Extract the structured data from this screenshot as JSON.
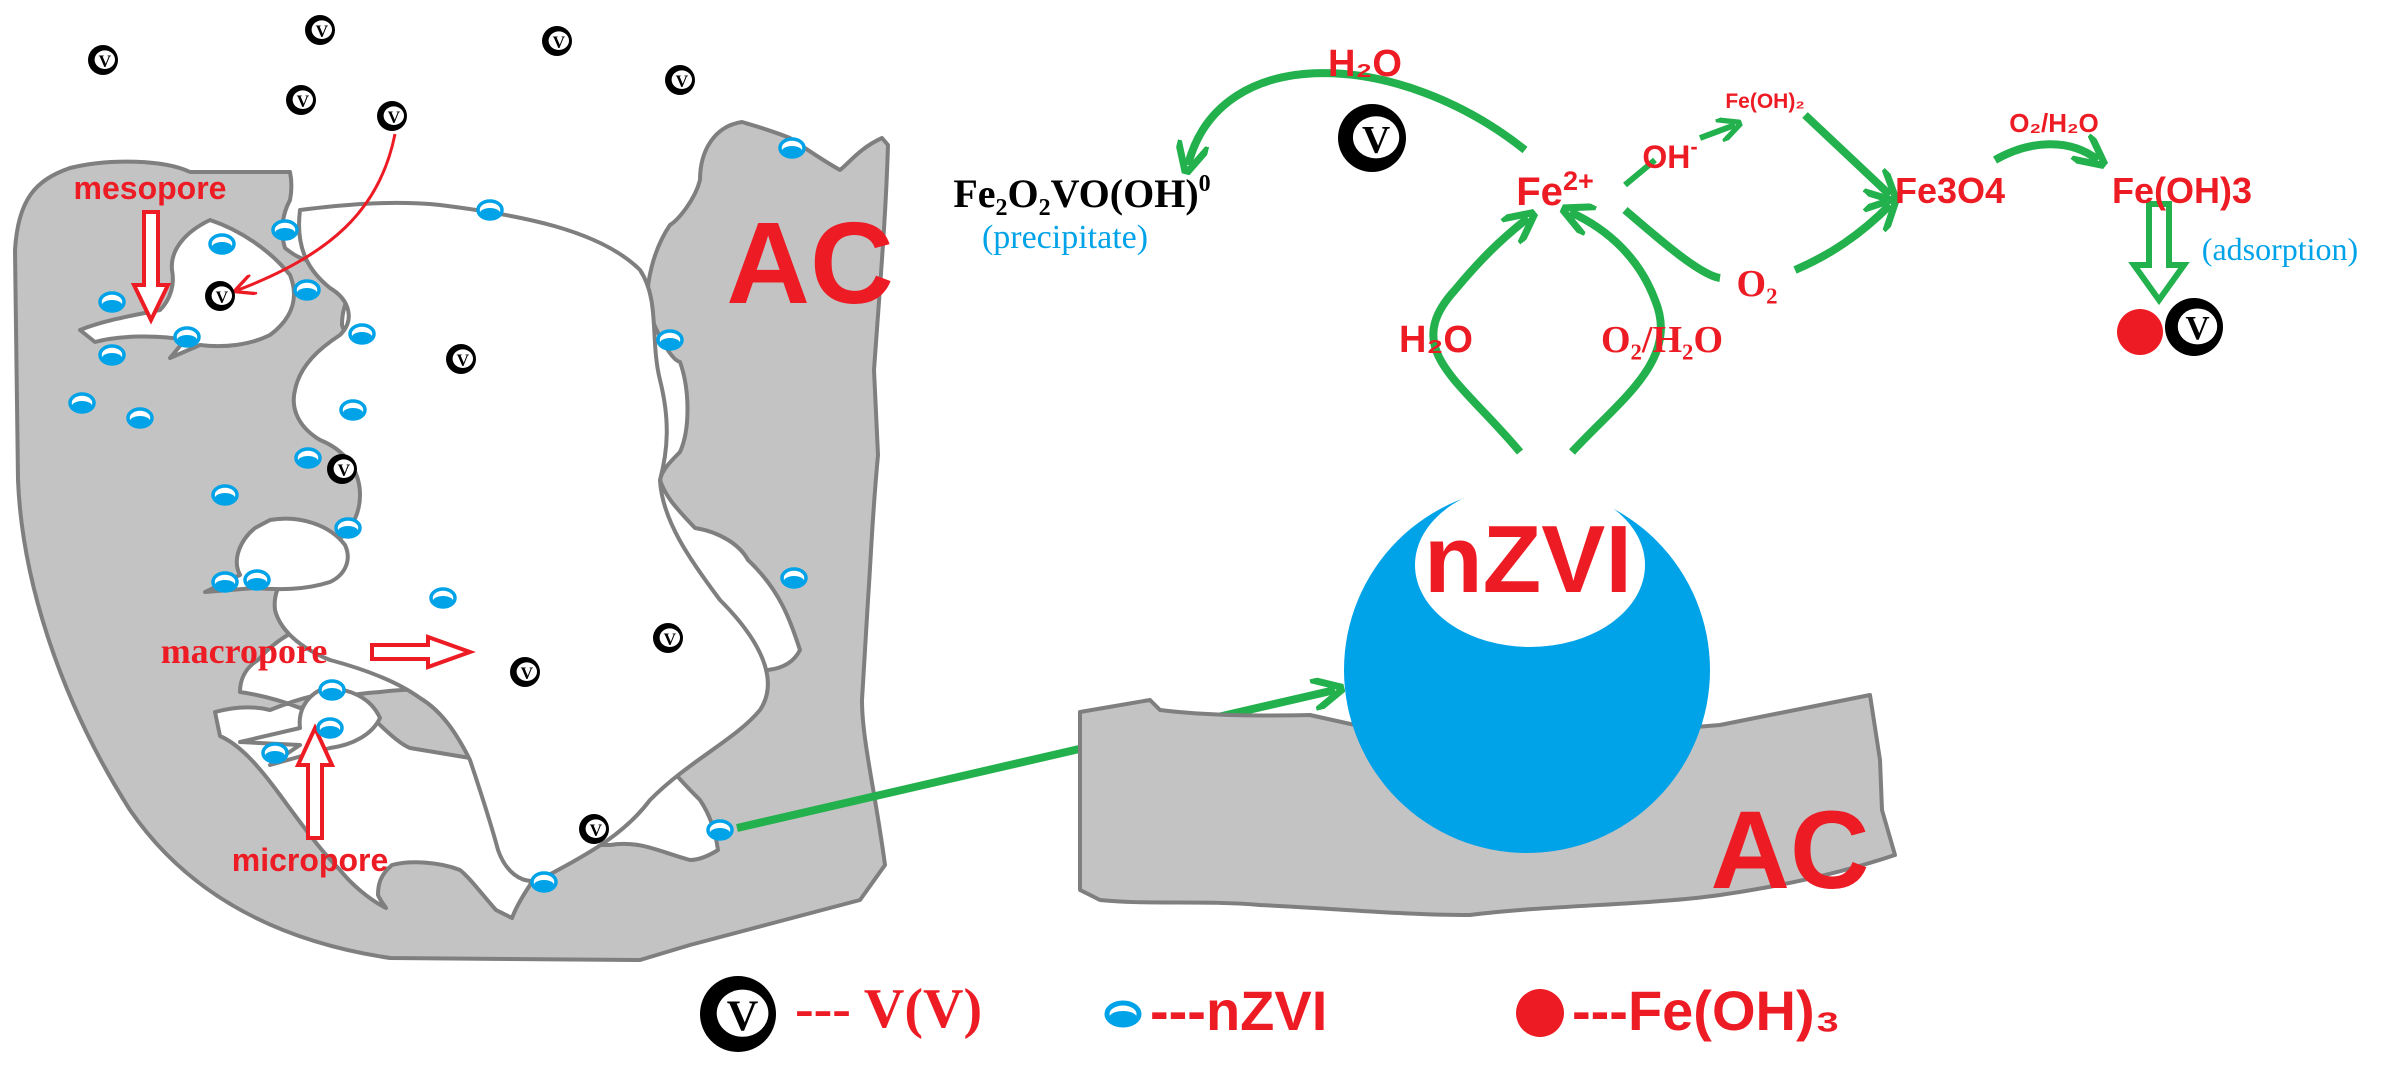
{
  "colors": {
    "carbon_fill": "#c3c3c3",
    "carbon_stroke": "#7f7f7f",
    "label_red": "#ed1c24",
    "arrow_green": "#22b14c",
    "nzvi_blue": "#00a2e8",
    "note_blue": "#00a2e8",
    "ink": "#000000"
  },
  "left_particle": {
    "carbon_label": "AC",
    "pore_labels": {
      "mesopore": "mesopore",
      "macropore": "macropore",
      "micropore": "micropore"
    },
    "v_symbol": "V"
  },
  "right_particle": {
    "carbon_label": "AC",
    "sphere_label": "nZVI"
  },
  "reactions": {
    "h2o_top": "H₂O",
    "precipitate_formula": "Fe₂O₂VO(OH)",
    "precipitate_superscript": "0",
    "precipitate_note": "(precipitate)",
    "fe2_base": "Fe",
    "fe2_charge": "2+",
    "oh_base": "OH",
    "oh_charge": "-",
    "feoh2": "Fe(OH)₂",
    "fe3o4": "Fe3O4",
    "o2_h2o_small": "O₂/H₂O",
    "feoh3": "Fe(OH)3",
    "adsorption_note": "(adsorption)",
    "o2": "O₂",
    "h2o_left": "H₂O",
    "o2_h2o": "O₂/H₂O"
  },
  "legend": {
    "v_label": "--- V(V)",
    "nzvi_label": "---nZVI",
    "feoh3_label": "---Fe(OH)₃"
  }
}
